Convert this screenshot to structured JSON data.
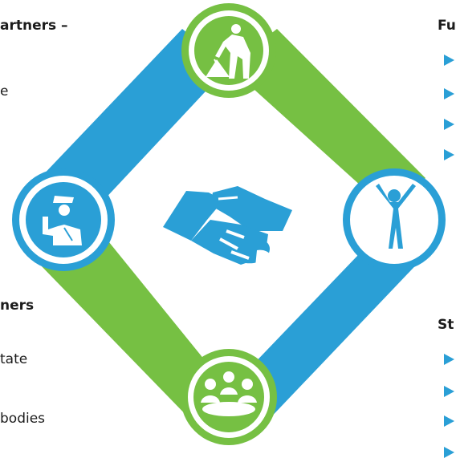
{
  "colors": {
    "green": "#76c043",
    "blue": "#2a9fd6",
    "white": "#ffffff",
    "text": "#1c1c1c"
  },
  "left_panel": {
    "heading": "artners –",
    "line1": "e"
  },
  "lower_left_panel": {
    "heading": "ners",
    "line1": "tate",
    "line2": "bodies"
  },
  "top_right_panel": {
    "heading": "Fu",
    "bullet_count": 4,
    "bullet_icon": "triangle-arrow-icon"
  },
  "bottom_right_panel": {
    "heading": "St",
    "bullet_count": 4,
    "bullet_icon": "triangle-arrow-icon"
  },
  "icons": {
    "center": "handshake-icon",
    "top": "construction-worker-icon",
    "left": "police-officer-icon",
    "right": "celebrating-person-icon",
    "bottom": "meeting-group-icon"
  }
}
